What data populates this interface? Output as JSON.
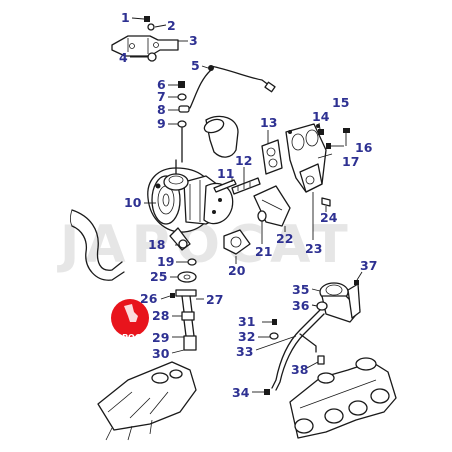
{
  "diagram": {
    "callouts": [
      "1",
      "2",
      "3",
      "4",
      "5",
      "6",
      "7",
      "8",
      "9",
      "10",
      "11",
      "12",
      "13",
      "14",
      "15",
      "16",
      "17",
      "18",
      "19",
      "20",
      "21",
      "22",
      "23",
      "24",
      "25",
      "26",
      "27",
      "28",
      "29",
      "30",
      "31",
      "32",
      "33",
      "34",
      "35",
      "36",
      "37",
      "38"
    ],
    "watermark": "JAPOCAT",
    "logo_text": "JAPOCAT",
    "colors": {
      "label": "#2e3192",
      "line": "#1a1a1a",
      "logo": "#e8141c",
      "background": "#ffffff"
    }
  }
}
